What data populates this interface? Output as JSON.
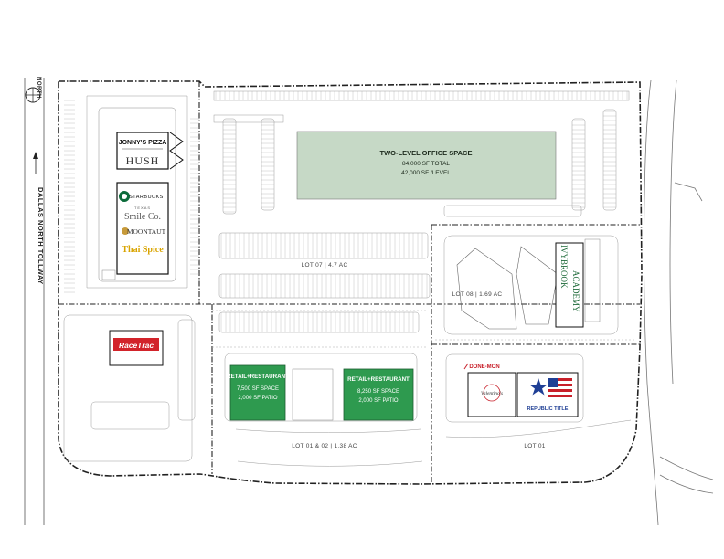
{
  "road": {
    "name": "DALLAS NORTH TOLLWAY",
    "north": "NORTH"
  },
  "office": {
    "title": "TWO-LEVEL OFFICE SPACE",
    "total": "84,000 SF TOTAL",
    "per_level": "42,000 SF /LEVEL"
  },
  "lots": {
    "lot07": "LOT 07 | 4.7 AC",
    "lot08": "LOT 08 | 1.69 AC",
    "lot0102": "LOT 01 & 02 | 1.38 AC",
    "lot01": "LOT 01"
  },
  "retail_a": {
    "title": "RETAIL+RESTAURANT",
    "space": "7,500 SF SPACE",
    "patio": "2,000 SF PATIO"
  },
  "retail_b": {
    "title": "RETAIL+RESTAURANT",
    "space": "8,250 SF SPACE",
    "patio": "2,000 SF PATIO"
  },
  "tenants": {
    "jonnys": "JONNY'S PIZZA",
    "hush": "HUSH",
    "starbucks": "STARBUCKS",
    "smile": "Smile Co.",
    "smile_top": "TEXAS",
    "moontaut": "MOONTAUT",
    "thai": "Thai Spice",
    "racetrac": "RaceTrac",
    "ivybrook": "IVYBROOK",
    "academy": "ACADEMY",
    "donemon": "DONE-MON",
    "valentinos": "Valentino's",
    "republic": "REPUBLIC TITLE"
  },
  "colors": {
    "building_green": "#c6d9c6",
    "retail_green": "#2e9a4f",
    "racetrac_red": "#d2232a",
    "flag_blue": "#1f3f95",
    "flag_red": "#c8202a"
  }
}
